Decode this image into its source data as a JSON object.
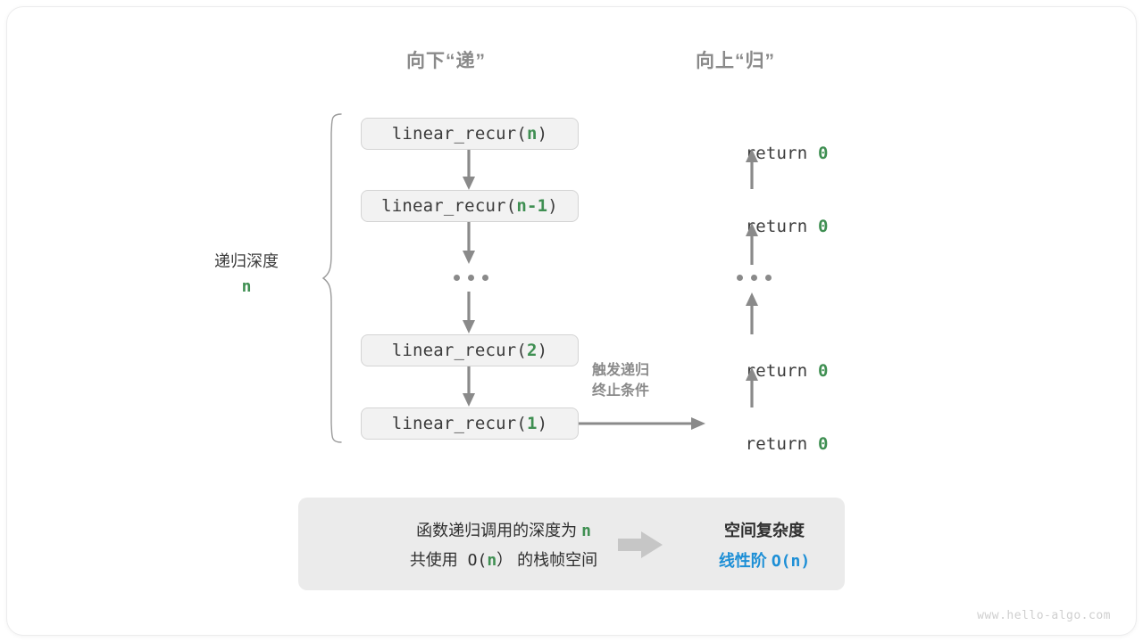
{
  "diagram": {
    "title": "递归调用栈空间复杂度示意图",
    "watermark": "www.hello-algo.com",
    "colors": {
      "accent_green": "#3f8f52",
      "accent_blue": "#1d8fd6",
      "arrow_gray": "#8a8a8a",
      "box_fill": "#f2f2f2",
      "box_border": "#d4d4d4",
      "panel_fill": "#ebebeb",
      "text_dark": "#3b3b3b"
    },
    "headings": {
      "down": "向下“递”",
      "up": "向上“归”"
    },
    "depth_label": {
      "text": "递归深度",
      "value": "n"
    },
    "call_stack": [
      {
        "prefix": "linear_recur(",
        "arg": "n",
        "suffix": ")"
      },
      {
        "prefix": "linear_recur(",
        "arg": "n-1",
        "suffix": ")"
      },
      {
        "prefix": "linear_recur(",
        "arg": "2",
        "suffix": ")"
      },
      {
        "prefix": "linear_recur(",
        "arg": "1",
        "suffix": ")"
      }
    ],
    "ellipsis": "...",
    "returns": [
      {
        "keyword": "return ",
        "value": "0"
      },
      {
        "keyword": "return ",
        "value": "0"
      },
      {
        "keyword": "return ",
        "value": "0"
      },
      {
        "keyword": "return ",
        "value": "0"
      }
    ],
    "trigger_note": {
      "line1": "触发递归",
      "line2": "终止条件"
    },
    "summary": {
      "left_line1_pre": "函数递归调用的深度为 ",
      "left_line1_var": "n",
      "left_line2_pre": "共使用 O(",
      "left_line2_var": "n",
      "left_line2_post": "） 的栈帧空间",
      "right_title": "空间复杂度",
      "right_value_pre": "线性阶 ",
      "right_value_mono": "O(n)"
    }
  }
}
